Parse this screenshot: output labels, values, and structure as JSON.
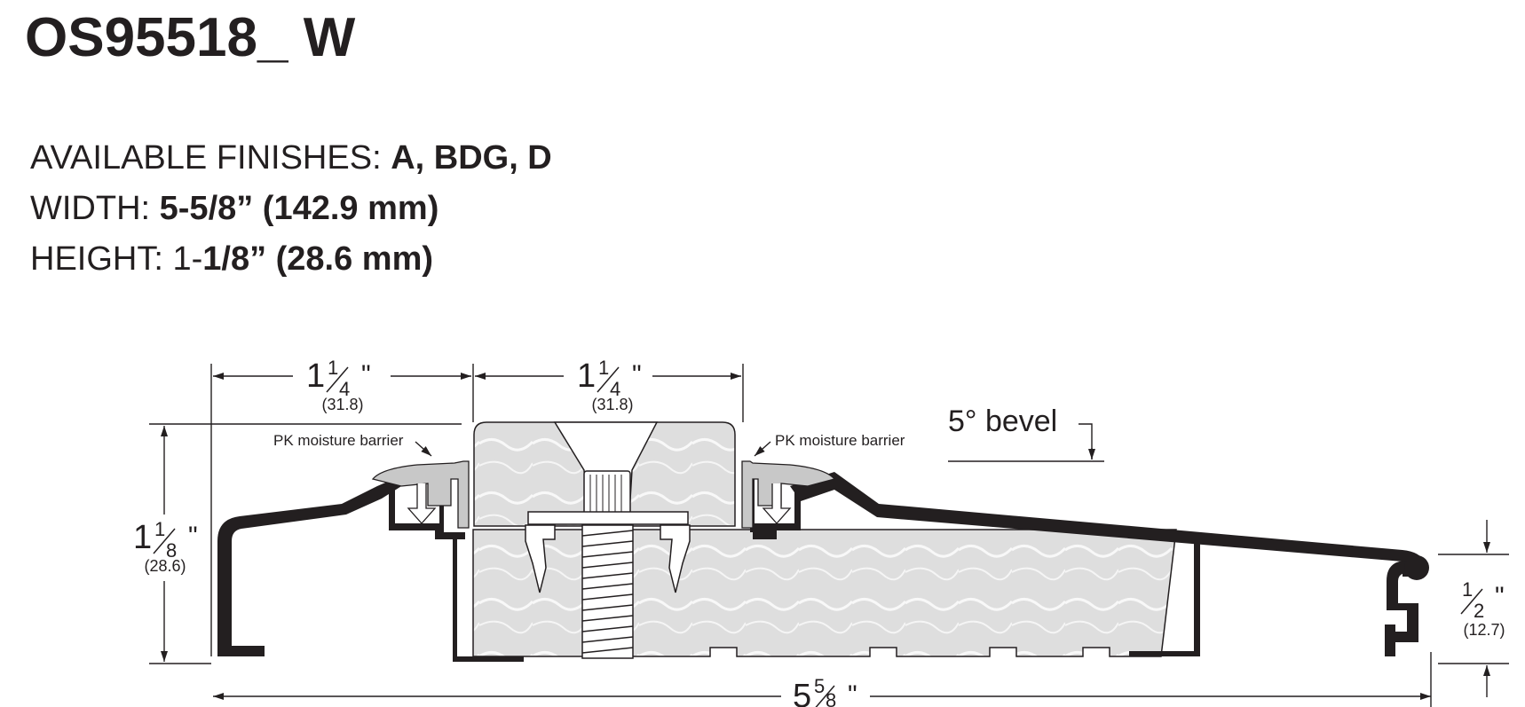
{
  "title": "OS95518_ W",
  "specs": {
    "finishes_label": "AVAILABLE FINISHES:",
    "finishes_value": "A, BDG, D",
    "width_label": "WIDTH:",
    "width_value": "5-5/8” (142.9 mm)",
    "height_label": "HEIGHT: 1-",
    "height_value": "1/8” (28.6 mm)"
  },
  "drawing": {
    "dim_left_top": {
      "whole": "1",
      "num": "1",
      "den": "4",
      "mark": "\"",
      "metric": "(31.8)"
    },
    "dim_center_top": {
      "whole": "1",
      "num": "1",
      "den": "4",
      "mark": "\"",
      "metric": "(31.8)"
    },
    "dim_height": {
      "whole": "1",
      "num": "1",
      "den": "8",
      "mark": "\"",
      "metric": "(28.6)"
    },
    "dim_nose": {
      "num": "1",
      "den": "2",
      "mark": "\"",
      "metric": "(12.7)"
    },
    "dim_width": {
      "whole": "5",
      "num": "5",
      "den": "8",
      "mark": "\""
    },
    "barrier_left": {
      "brand": "PK",
      "text": " moisture barrier"
    },
    "barrier_right": {
      "brand": "PK",
      "text": " moisture barrier"
    },
    "bevel": "5° bevel"
  },
  "colors": {
    "ink": "#231f20",
    "wood": "#dcdcdc",
    "barrier": "#c8c8c8"
  }
}
